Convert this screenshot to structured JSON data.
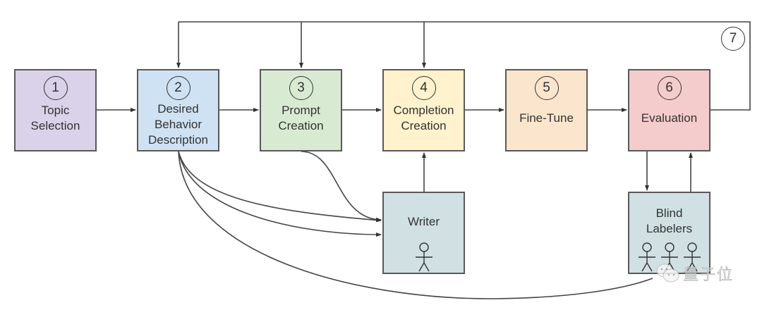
{
  "diagram": {
    "steps": [
      {
        "number": "1",
        "label": "Topic\nSelection",
        "color": "#d9d2e9"
      },
      {
        "number": "2",
        "label": "Desired\nBehavior\nDescription",
        "color": "#cfe2f3"
      },
      {
        "number": "3",
        "label": "Prompt\nCreation",
        "color": "#d9ead3"
      },
      {
        "number": "4",
        "label": "Completion\nCreation",
        "color": "#fff2cc"
      },
      {
        "number": "5",
        "label": "Fine-Tune",
        "color": "#fce5cd"
      },
      {
        "number": "6",
        "label": "Evaluation",
        "color": "#f4cccc"
      }
    ],
    "loop_step": {
      "number": "7"
    },
    "agents": [
      {
        "label": "Writer",
        "people": 1,
        "color": "#d0e0e3"
      },
      {
        "label": "Blind\nLabelers",
        "people": 3,
        "color": "#d0e0e3"
      }
    ],
    "edges": [
      {
        "from": "1",
        "to": "2"
      },
      {
        "from": "2",
        "to": "3"
      },
      {
        "from": "3",
        "to": "4"
      },
      {
        "from": "4",
        "to": "5"
      },
      {
        "from": "5",
        "to": "6"
      },
      {
        "from": "6",
        "to": "7-loop",
        "targets": [
          "2",
          "3",
          "4"
        ]
      },
      {
        "from": "2",
        "to": "Writer"
      },
      {
        "from": "2",
        "to": "Writer"
      },
      {
        "from": "3",
        "to": "Writer"
      },
      {
        "from": "Writer",
        "to": "4"
      },
      {
        "from": "6",
        "to": "Blind Labelers"
      },
      {
        "from": "Blind Labelers",
        "to": "6"
      },
      {
        "from": "2",
        "to": "Blind Labelers"
      }
    ]
  },
  "watermark": {
    "text": "量子位"
  }
}
